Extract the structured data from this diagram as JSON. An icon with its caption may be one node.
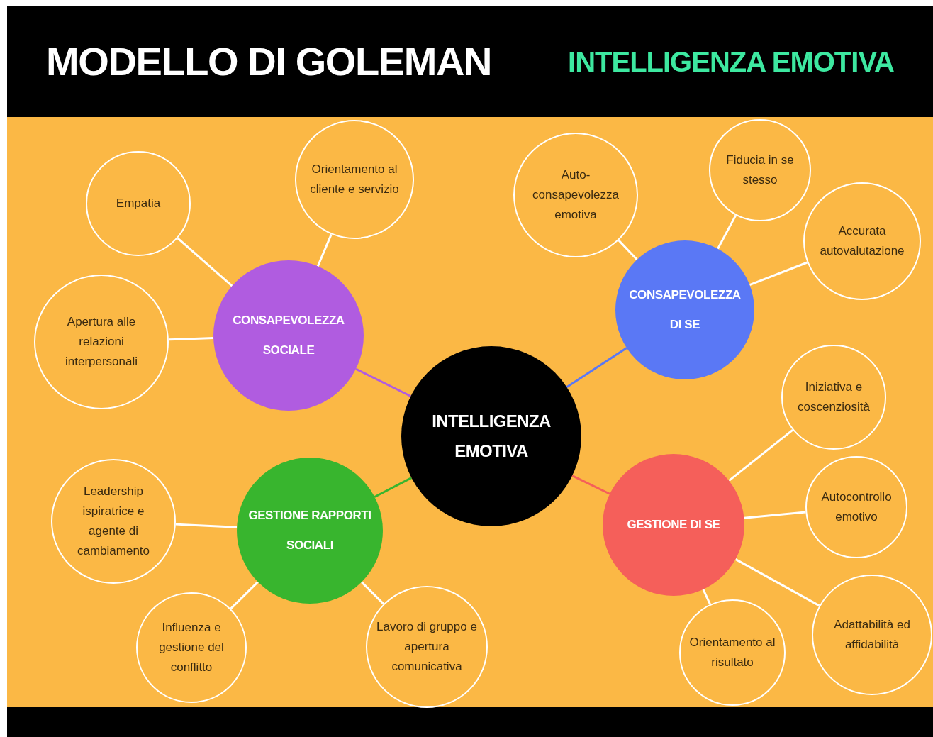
{
  "diagram": {
    "title": "MODELLO DI GOLEMAN",
    "nodes": [
      {
        "text": [
          "INTELLIGENZA EMOTIVA"
        ]
      },
      {
        "text": [
          "CONSAPEVOLEZZA SOCIALE"
        ]
      },
      {
        "text": [
          "Empatia"
        ]
      },
      {
        "text": [
          "Orientamento al cliente e servizio"
        ]
      },
      {
        "text": [
          "Apertura alle relazioni interpersonali"
        ]
      },
      {
        "text": [
          "CONSAPEVOLEZZA DI SE"
        ]
      },
      {
        "text": [
          "Auto-consapevolezza emotiva"
        ]
      },
      {
        "text": [
          "Fiducia in se stesso"
        ]
      },
      {
        "text": [
          "Accurata autovalutazione"
        ]
      },
      {
        "text": [
          "GESTIONE RAPPORTI SOCIALI"
        ]
      },
      {
        "text": [
          "Leadership ispiratrice e agente di cambiamento"
        ]
      },
      {
        "text": [
          "Influenza e gestione del conflitto"
        ]
      },
      {
        "text": [
          "Lavoro di gruppo e apertura comunicativa"
        ]
      },
      {
        "text": [
          "GESTIONE DI SE"
        ]
      },
      {
        "text": [
          "Iniziativa e coscenziosità"
        ]
      },
      {
        "text": [
          "Autocontrollo emotivo"
        ]
      },
      {
        "text": [
          "Adattabilità ed affidabilità"
        ]
      },
      {
        "text": [
          "Orientamento al risultato"
        ]
      }
    ],
    "edges": [
      {
        "from": 0,
        "to": 1,
        "arrow": "none",
        "color": "#b05ce0"
      },
      {
        "from": 1,
        "to": 2,
        "arrow": "none"
      },
      {
        "from": 1,
        "to": 3,
        "arrow": "none"
      },
      {
        "from": 1,
        "to": 4,
        "arrow": "none"
      },
      {
        "from": 0,
        "to": 5,
        "arrow": "none",
        "color": "#5a78f5"
      },
      {
        "from": 5,
        "to": 6,
        "arrow": "none"
      },
      {
        "from": 5,
        "to": 7,
        "arrow": "none"
      },
      {
        "from": 5,
        "to": 8,
        "arrow": "none"
      },
      {
        "from": 0,
        "to": 9,
        "arrow": "none",
        "color": "#38b52e"
      },
      {
        "from": 9,
        "to": 10,
        "arrow": "none"
      },
      {
        "from": 9,
        "to": 11,
        "arrow": "none"
      },
      {
        "from": 9,
        "to": 12,
        "arrow": "none"
      },
      {
        "from": 0,
        "to": 13,
        "arrow": "none",
        "color": "#f55f5a"
      },
      {
        "from": 13,
        "to": 14,
        "arrow": "none"
      },
      {
        "from": 13,
        "to": 15,
        "arrow": "none"
      },
      {
        "from": 13,
        "to": 16,
        "arrow": "none"
      },
      {
        "from": 13,
        "to": 17,
        "arrow": "none"
      }
    ],
    "labels": [
      "INTELLIGENZA EMOTIVA"
    ]
  }
}
